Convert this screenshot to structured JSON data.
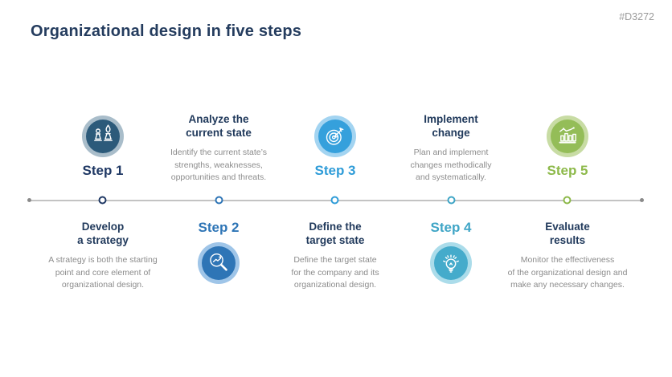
{
  "slide": {
    "title": "Organizational design in five steps",
    "tag": "#D3272"
  },
  "theme": {
    "background": "#FFFFFF",
    "title_color": "#243C5E",
    "tag_color": "#9A9A9A",
    "heading_color": "#213A5C",
    "desc_color": "#8C8C8C",
    "line_color": "#C3C3C3",
    "end_dot_color": "#8A8A8A"
  },
  "steps": [
    {
      "label": "Step 1",
      "icon": "chess-pieces-icon",
      "heading": "Develop\na strategy",
      "description": "A strategy is both the starting\npoint and core element of\norganizational design.",
      "color": "#2C5A7A",
      "ring_color": "#A9BDCA",
      "label_color": "#1F3864"
    },
    {
      "label": "Step 2",
      "icon": "magnifier-trend-icon",
      "heading": "Analyze the\ncurrent state",
      "description": "Identify the current state’s\nstrengths, weaknesses,\nopportunities and threats.",
      "color": "#2E75B6",
      "ring_color": "#9FC5E8",
      "label_color": "#2E75B6"
    },
    {
      "label": "Step 3",
      "icon": "target-dart-icon",
      "heading": "Define the\ntarget state",
      "description": "Define the target state\nfor the company and its\norganizational design.",
      "color": "#35A0DC",
      "ring_color": "#A3D4F1",
      "label_color": "#2F9CD8"
    },
    {
      "label": "Step 4",
      "icon": "lightbulb-icon",
      "heading": "Implement\nchange",
      "description": "Plan and implement\nchanges methodically\nand systematically.",
      "color": "#45ABCB",
      "ring_color": "#ABDCEA",
      "label_color": "#3FA5C6"
    },
    {
      "label": "Step 5",
      "icon": "bar-chart-trend-icon",
      "heading": "Evaluate\nresults",
      "description": "Monitor the effectiveness\nof the organizational design and\nmake any necessary changes.",
      "color": "#94BD58",
      "ring_color": "#C8DCA4",
      "label_color": "#8DB94A"
    }
  ]
}
